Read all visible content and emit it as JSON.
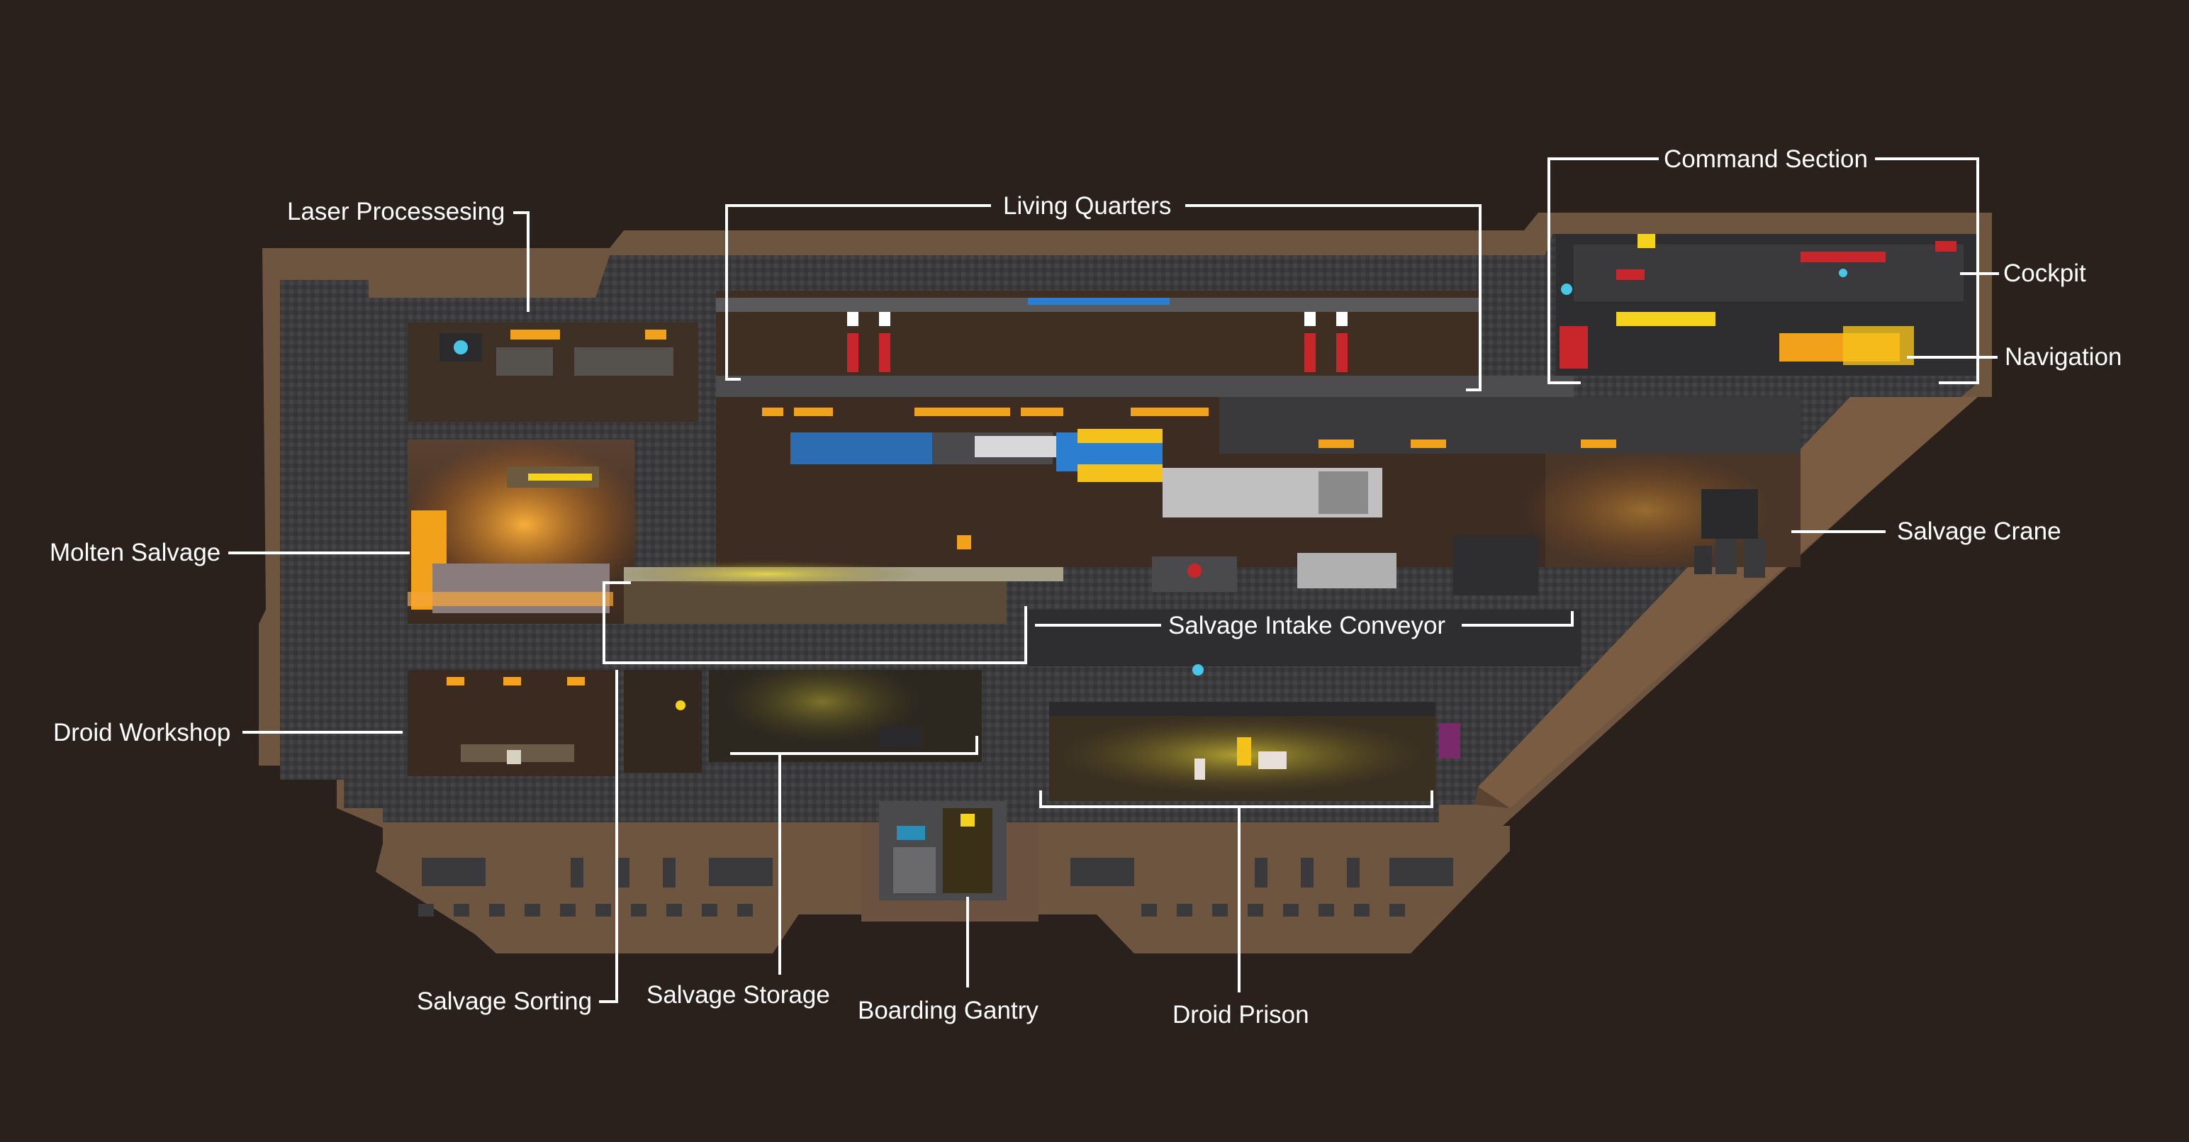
{
  "labels": {
    "laser_processing": "Laser Processesing",
    "living_quarters": "Living Quarters",
    "command_section": "Command Section",
    "cockpit": "Cockpit",
    "navigation": "Navigation",
    "molten_salvage": "Molten Salvage",
    "salvage_crane": "Salvage Crane",
    "salvage_intake_conveyor": "Salvage Intake Conveyor",
    "droid_workshop": "Droid Workshop",
    "salvage_sorting": "Salvage Sorting",
    "salvage_storage": "Salvage Storage",
    "boarding_gantry": "Boarding Gantry",
    "droid_prison": "Droid Prison"
  },
  "colors": {
    "background": "#2a211c",
    "hull_outer": "#6e5540",
    "hull_dark": "#3a3a3c",
    "deck_grey": "#505052",
    "interior": "#4a3628",
    "glow_amber": "#f2a21a",
    "glow_yellow": "#f5d21c",
    "alarm_red": "#c8262a",
    "accent_blue": "#2c7fd0",
    "callout_line": "#ffffff"
  }
}
